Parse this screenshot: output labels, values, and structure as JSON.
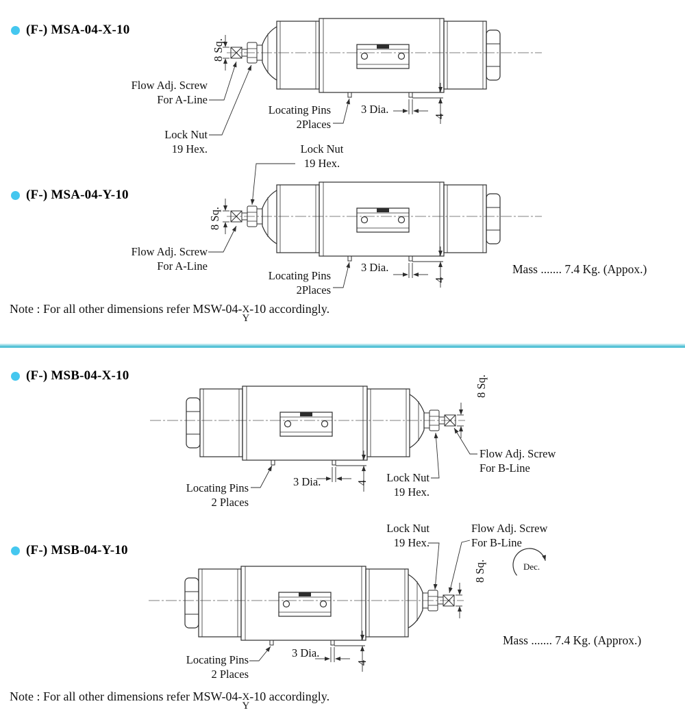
{
  "sections": [
    {
      "title": "(F-) MSA-04-X-10"
    },
    {
      "title": "(F-) MSA-04-Y-10"
    },
    {
      "title": "(F-) MSB-04-X-10"
    },
    {
      "title": "(F-) MSB-04-Y-10"
    }
  ],
  "v1": {
    "flow_adj_1": "Flow Adj. Screw",
    "flow_adj_2": "For A-Line",
    "lock_nut_1": "Lock Nut",
    "lock_nut_2": "19 Hex.",
    "pins_1": "Locating Pins",
    "pins_2": "2Places",
    "dia": "3 Dia.",
    "pin_len": "4",
    "sq": "8 Sq."
  },
  "v2": {
    "top_lock_nut_1": "Lock Nut",
    "top_lock_nut_2": "19 Hex.",
    "flow_adj_1": "Flow Adj. Screw",
    "flow_adj_2": "For A-Line",
    "pins_1": "Locating Pins",
    "pins_2": "2Places",
    "dia": "3 Dia.",
    "pin_len": "4",
    "sq": "8 Sq.",
    "mass": "Mass ....... 7.4 Kg. (Appox.)"
  },
  "v3": {
    "flow_adj_1": "Flow Adj. Screw",
    "flow_adj_2": "For B-Line",
    "lock_nut_1": "Lock Nut",
    "lock_nut_2": "19 Hex.",
    "pins_1": "Locating Pins",
    "pins_2": "2 Places",
    "dia": "3 Dia.",
    "pin_len": "4",
    "sq": "8 Sq."
  },
  "v4": {
    "lock_nut_1": "Lock Nut",
    "lock_nut_2": "19 Hex.",
    "flow_adj_1": "Flow Adj. Screw",
    "flow_adj_2": "For B-Line",
    "pins_1": "Locating Pins",
    "pins_2": "2 Places",
    "dia": "3 Dia.",
    "pin_len": "4",
    "sq": "8 Sq.",
    "dec": "Dec.",
    "mass": "Mass ....... 7.4 Kg. (Approx.)"
  },
  "notes": {
    "prefix": "Note : For all other dimensions refer MSW-04-",
    "frac_top": "X",
    "frac_bottom": "Y",
    "suffix": "-10 accordingly."
  },
  "colors": {
    "accent": "#45c7ef",
    "divider": "#58c3d7",
    "line": "#2d2d2d"
  }
}
